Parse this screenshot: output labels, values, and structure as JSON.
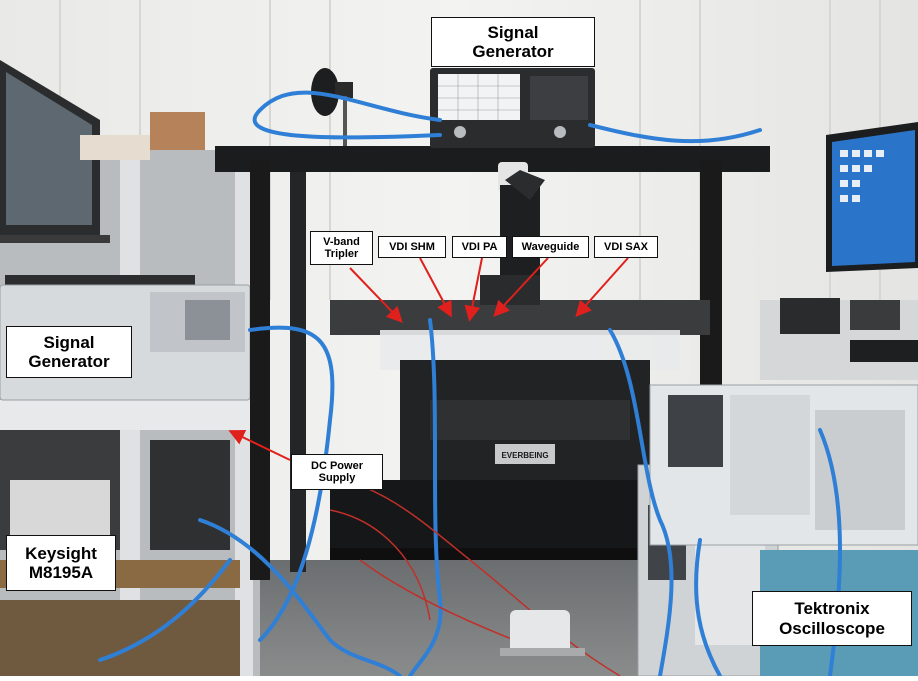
{
  "labels": {
    "signal_generator_top": "Signal\nGenerator",
    "signal_generator_left": "Signal\nGenerator",
    "v_band_tripler": "V-band\nTripler",
    "vdi_shm": "VDI SHM",
    "vdi_pa": "VDI PA",
    "waveguide": "Waveguide",
    "vdi_sax": "VDI SAX",
    "dc_power_supply": "DC Power\nSupply",
    "keysight": "Keysight\nM8195A",
    "tektronix": "Tektronix\nOscilloscope",
    "everbeing_plate": "EVERBEING"
  },
  "colors": {
    "arrow": "#e0201c",
    "cable_blue": "#2f7fd6",
    "cable_red": "#c0302a",
    "frame": "#1a1a1a",
    "instrument": "#d9dcdf",
    "shelf": "#cfd2d4"
  }
}
